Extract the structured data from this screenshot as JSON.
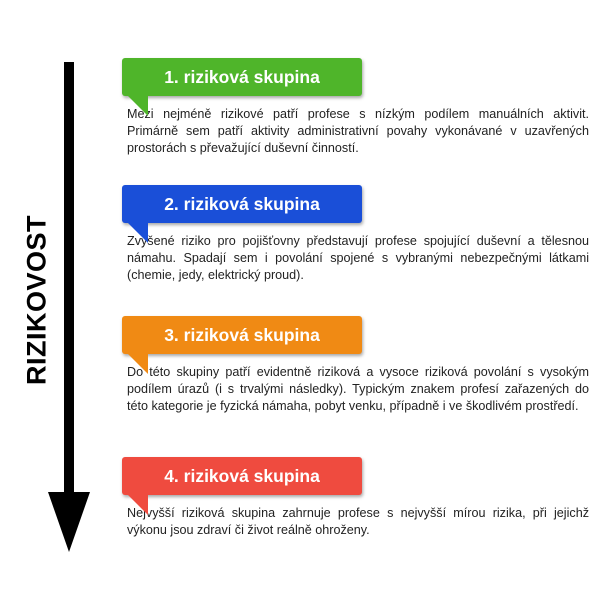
{
  "axis": {
    "label": "RIZIKOVOST"
  },
  "colors": {
    "group1": "#4fb52a",
    "group2": "#1a4fd8",
    "group3": "#f08a14",
    "group4": "#ef4b3f"
  },
  "groups": [
    {
      "title": "1. riziková skupina",
      "description": "Mezi nejméně rizikové patří profese s nízkým podílem manuálních aktivit. Primárně sem patří aktivity administrativní povahy vykonávané v uzavřených prostorách s převažující duševní činností."
    },
    {
      "title": "2. riziková skupina",
      "description": "Zvýšené riziko pro pojišťovny představují profese spojující duševní a tělesnou námahu. Spadají sem i povolání spojené s vybranými nebezpečnými látkami (chemie, jedy, elektrický proud)."
    },
    {
      "title": "3. riziková skupina",
      "description": "Do této skupiny patří evidentně riziková a vysoce riziková povolání s vysokým podílem úrazů (i s trvalými následky). Typickým znakem profesí zařazených do této kategorie je fyzická námaha, pobyt venku, případně i ve škodlivém prostředí."
    },
    {
      "title": "4. riziková skupina",
      "description": "Nejvyšší riziková skupina zahrnuje profese s nejvyšší mírou rizika, při jejichž výkonu jsou zdraví či život reálně ohroženy."
    }
  ]
}
